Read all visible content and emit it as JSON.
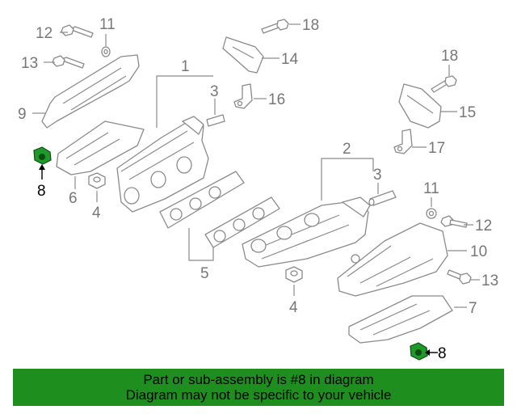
{
  "callouts": {
    "c1": "1",
    "c2": "2",
    "c3a": "3",
    "c3b": "3",
    "c4a": "4",
    "c4b": "4",
    "c5": "5",
    "c6": "6",
    "c7": "7",
    "c8a": "8",
    "c8b": "8",
    "c9": "9",
    "c10": "10",
    "c11a": "11",
    "c11b": "11",
    "c12a": "12",
    "c12b": "12",
    "c13a": "13",
    "c13b": "13",
    "c14": "14",
    "c15": "15",
    "c16": "16",
    "c17": "17",
    "c18a": "18",
    "c18b": "18"
  },
  "banner": {
    "line1": "Part or sub-assembly is #8 in diagram",
    "line2": "Diagram may not be specific to your vehicle"
  },
  "colors": {
    "highlight": "#1f9a2a",
    "banner_bg": "#1e8f1e",
    "line_art": "#8a8a8a"
  }
}
